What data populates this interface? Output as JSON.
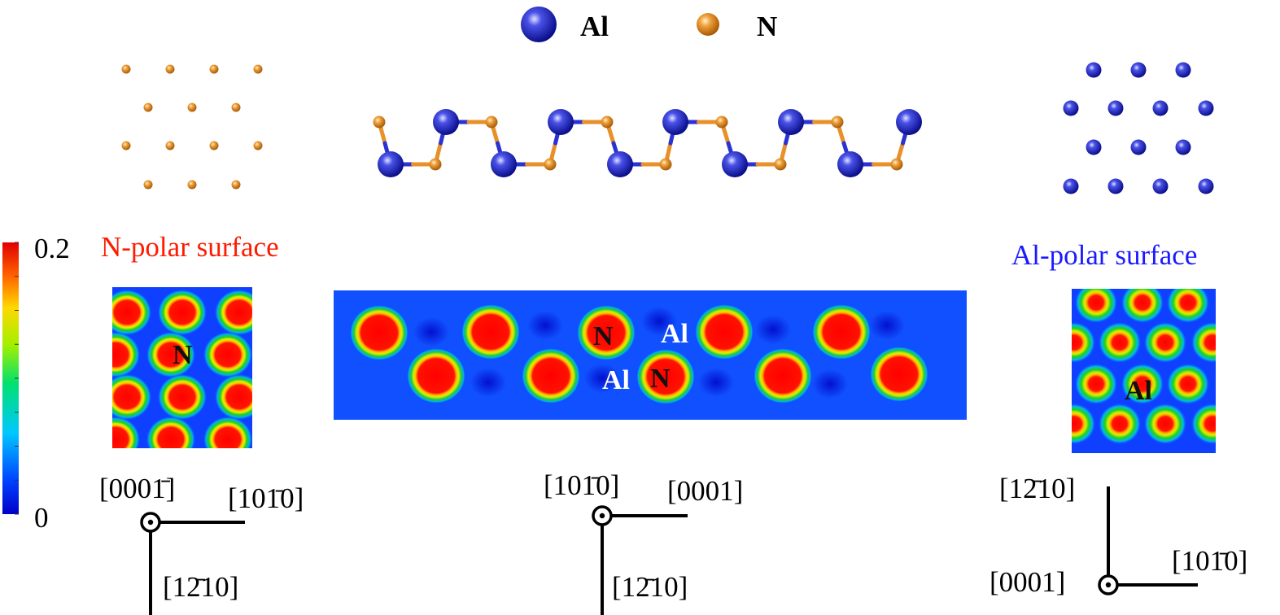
{
  "legend": {
    "al_label": "Al",
    "n_label": "N",
    "al_color": "#1d23c4",
    "n_color": "#e08a1e"
  },
  "colorbar": {
    "max_label": "0.2",
    "min_label": "0",
    "colormap": "jet"
  },
  "panels": {
    "n_polar": {
      "title": "N-polar surface",
      "title_color": "#ff1a00",
      "atom_label": "N",
      "axis_out": "[0001̄]",
      "axis_right": "[101̄0]",
      "axis_down": "[12̄10]"
    },
    "side": {
      "label_al_top": "Al",
      "label_n_top": "N",
      "label_al_bottom": "Al",
      "label_n_bottom": "N",
      "axis_out": "[101̄0]",
      "axis_right": "[0001]",
      "axis_down": "[12̄10]"
    },
    "al_polar": {
      "title": "Al-polar surface",
      "title_color": "#1a1aff",
      "atom_label": "Al",
      "axis_up": "[12̄10]",
      "axis_out": "[0001]",
      "axis_right": "[101̄0]"
    }
  }
}
